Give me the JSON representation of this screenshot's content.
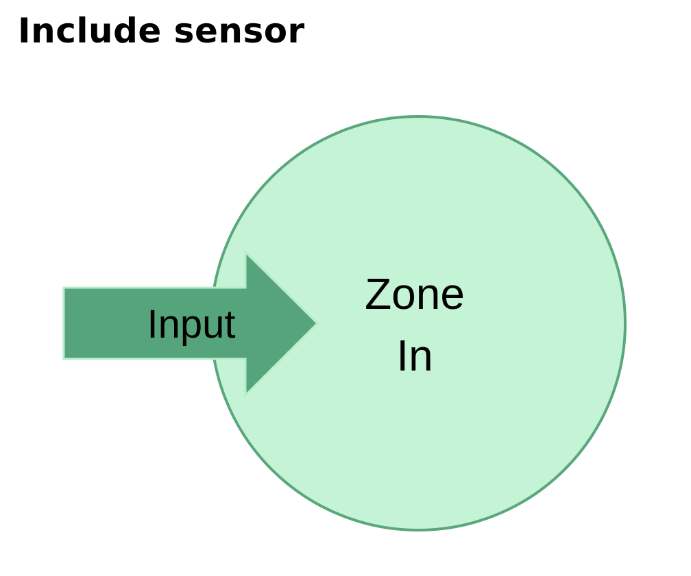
{
  "title": "Include sensor",
  "zone": {
    "line1": "Zone",
    "line2": "In",
    "fill_color": "#c4f3d5",
    "stroke_color": "#5aa77c"
  },
  "input_arrow": {
    "label": "Input",
    "fill_color": "#55a47b",
    "outline_color": "#b9ecc9"
  }
}
